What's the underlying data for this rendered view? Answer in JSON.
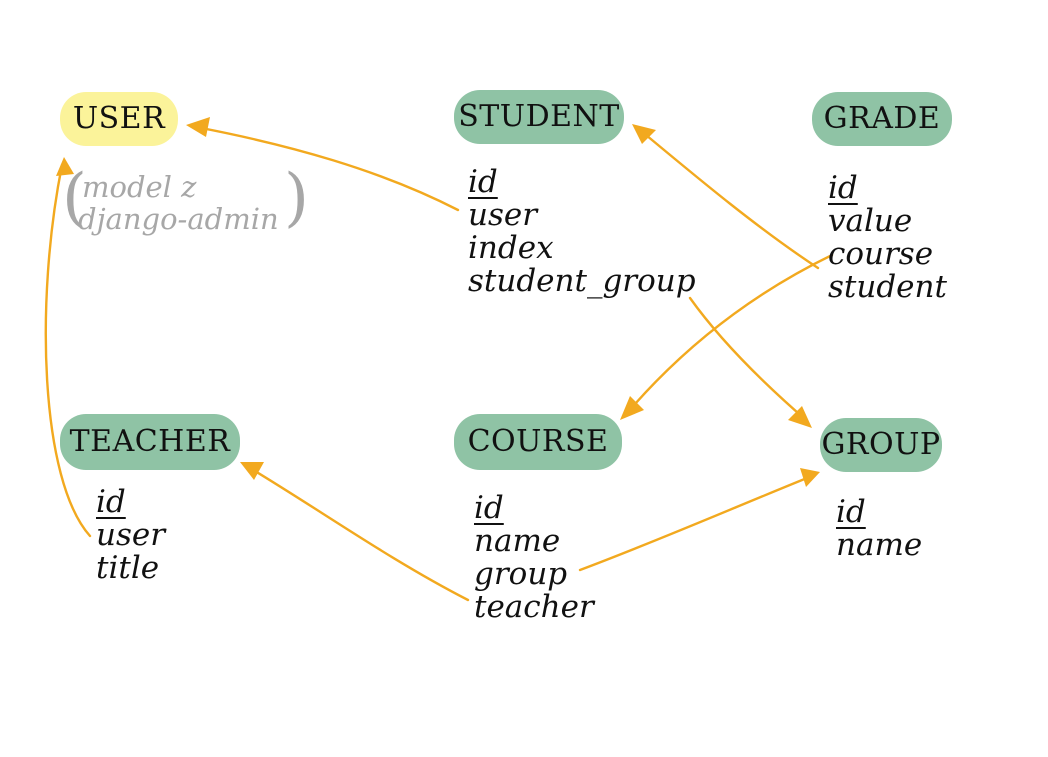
{
  "colors": {
    "arrow": "#f2a91f",
    "entity_fill": "#8fc3a5",
    "user_fill": "#fbf39a",
    "note_text": "#a7a7a7"
  },
  "entities": {
    "user": {
      "title": "USER"
    },
    "student": {
      "title": "STUDENT",
      "fields": [
        "id",
        "user",
        "index",
        "student_group"
      ]
    },
    "grade": {
      "title": "GRADE",
      "fields": [
        "id",
        "value",
        "course",
        "student"
      ]
    },
    "teacher": {
      "title": "TEACHER",
      "fields": [
        "id",
        "user",
        "title"
      ]
    },
    "course": {
      "title": "COURSE",
      "fields": [
        "id",
        "name",
        "group",
        "teacher"
      ]
    },
    "group": {
      "title": "GROUP",
      "fields": [
        "id",
        "name"
      ]
    }
  },
  "user_note": {
    "line1": "model z",
    "line2": "django-admin"
  },
  "relations": [
    {
      "from": "student.user",
      "to": "user"
    },
    {
      "from": "teacher.user",
      "to": "user"
    },
    {
      "from": "grade.student",
      "to": "student"
    },
    {
      "from": "grade.course",
      "to": "course"
    },
    {
      "from": "student.student_group",
      "to": "group"
    },
    {
      "from": "course.teacher",
      "to": "teacher"
    },
    {
      "from": "course.group",
      "to": "group"
    }
  ]
}
